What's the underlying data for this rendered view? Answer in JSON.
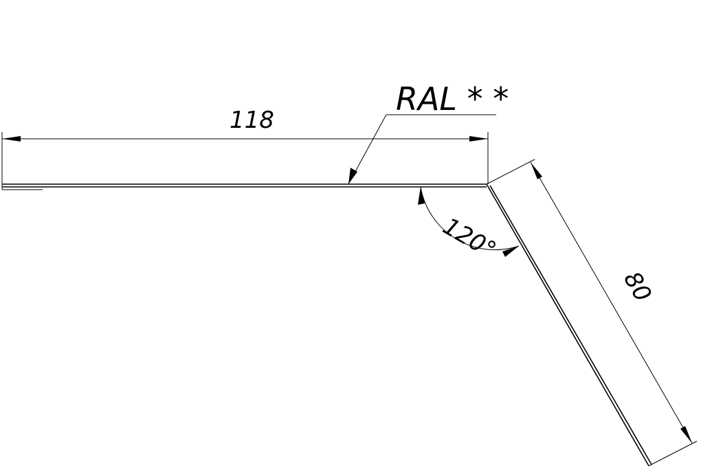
{
  "drawing": {
    "coating_label": "RAL * *",
    "dimensions": {
      "top_length": "118",
      "slope_length": "80",
      "bend_angle": "120°"
    },
    "colors": {
      "line": "#000000",
      "background": "#ffffff"
    }
  }
}
